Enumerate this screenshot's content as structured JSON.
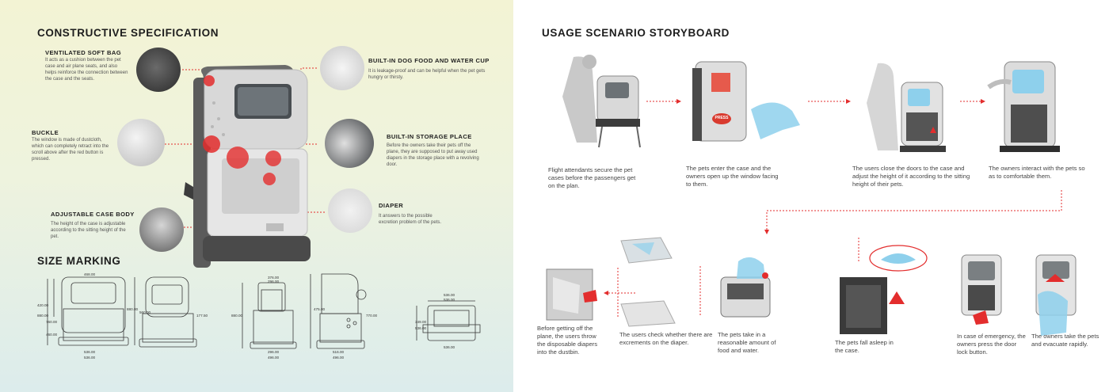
{
  "constructive": {
    "title": "CONSTRUCTIVE SPECIFICATION",
    "features": [
      {
        "title": "VENTILATED SOFT BAG",
        "desc": "It acts as a cushion between the pet case and air plane seats, and also helps reinforce the connection between the case and the seats."
      },
      {
        "title": "BUCKLE",
        "desc": "The window is made of dustcloth, which can completely retract into the scroll above after the red button is pressed."
      },
      {
        "title": "ADJUSTABLE CASE BODY",
        "desc": "The height of the case is adjustable according to the sitting height of the pet."
      },
      {
        "title": "BUILT-IN DOG FOOD AND WATER CUP",
        "desc": "It is leakage-proof and can be helpful when the pet gets hungry or thirsty."
      },
      {
        "title": "BUILT-IN STORAGE PLACE",
        "desc": "Before the owners take their pets off the plane, they are supposed to put away used diapers in the storage place with a revolving door."
      },
      {
        "title": "DIAPER",
        "desc": "It answers to the possible excretion problem of the pets."
      }
    ]
  },
  "size": {
    "title": "SIZE MARKING",
    "d1": {
      "w1": "468.00",
      "w2": "536.00",
      "w3": "536.00",
      "h1": "420.00",
      "h2": "880.00",
      "h3": "760.00",
      "h4": "460.00"
    },
    "d2": {
      "h1": "880.00",
      "h2": "560.00",
      "h3": "177.50"
    },
    "d3": {
      "w1": "376.00",
      "w2": "296.00",
      "w3": "296.00",
      "w4": "496.00",
      "h1": "880.00"
    },
    "d4": {
      "w1": "516.00",
      "w2": "496.00",
      "h1": "475.00",
      "h2": "770.00"
    },
    "d5": {
      "w1": "536.00",
      "w2": "536.00",
      "w3": "536.00",
      "h1": "349.00",
      "h2": "536.00"
    }
  },
  "storyboard": {
    "title": "USAGE SCENARIO STORYBOARD",
    "press_label": "PRESS",
    "steps": [
      "Flight attendants secure the pet cases before the passengers get on the plan.",
      "The pets enter the case and the owners open up the window facing to them.",
      "The users close the doors to the case and adjust the height of it according to the sitting height of their pets.",
      "The owners interact with the pets so as to comfortable them.",
      "Before getting off the plane, the users throw the disposable diapers into the dustbin.",
      "The users check whether there are excrements on the diaper.",
      "The pets take in a reasonable amount of food and water.",
      "The pets fall asleep in the case.",
      "In case of emergency, the owners press the door lock button.",
      "The owners take the pets and evacuate rapidly."
    ]
  },
  "colors": {
    "accent": "#e32d2d",
    "pet_blue": "#8ed0ec",
    "case_grey": "#e4e4e4",
    "dark": "#3a3a3a"
  }
}
